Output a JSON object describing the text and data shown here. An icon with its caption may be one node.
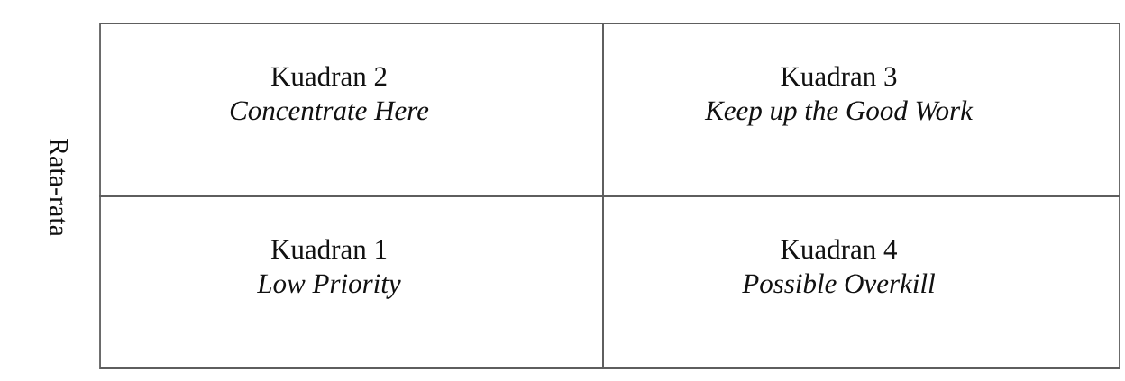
{
  "diagram": {
    "nodes": [
      {
        "text": [
          "Kuadran 2",
          "Concentrate Here"
        ]
      },
      {
        "text": [
          "Kuadran 3",
          "Keep up the Good Work"
        ]
      },
      {
        "text": [
          "Kuadran 1",
          "Low Priority"
        ]
      },
      {
        "text": [
          "Kuadran 4",
          "Possible Overkill"
        ]
      }
    ],
    "labels": [
      "Rata-rata"
    ]
  }
}
